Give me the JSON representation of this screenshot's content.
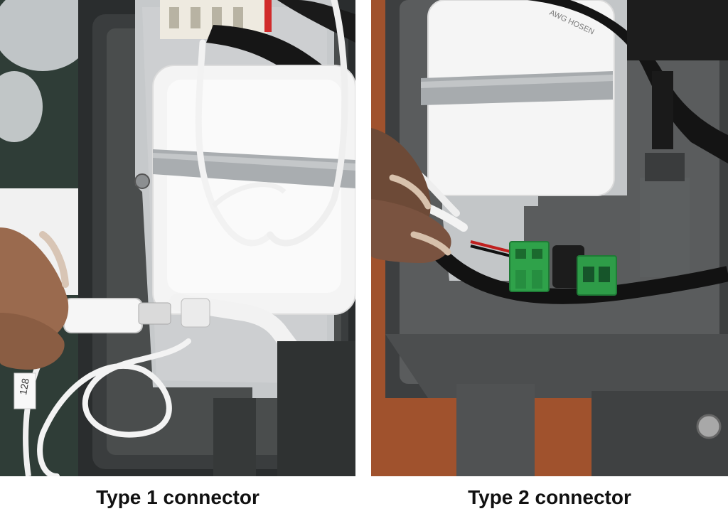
{
  "captions": {
    "left": "Type 1 connector",
    "right": "Type 2 connector"
  },
  "photos": {
    "left": {
      "cable_label": "128"
    },
    "right": {
      "cable_print": "AWG HOSEN"
    }
  }
}
